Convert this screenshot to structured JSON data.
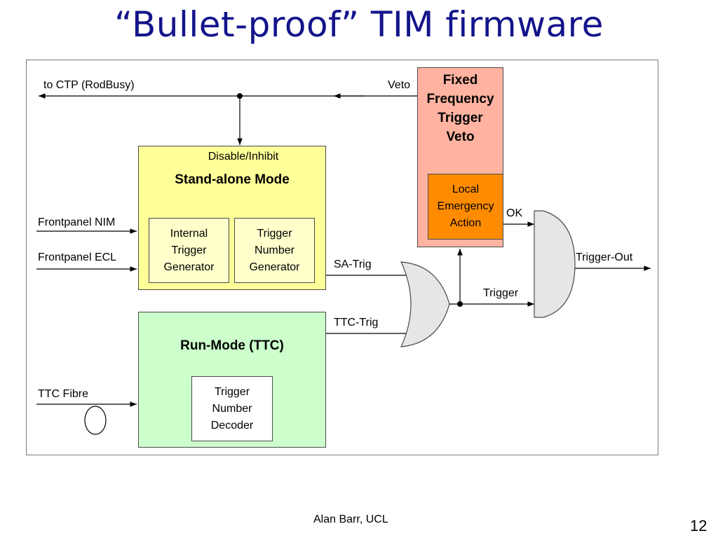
{
  "slide": {
    "title": "“Bullet-proof” TIM firmware",
    "footer": "Alan Barr, UCL",
    "page_number": "12"
  },
  "diagram": {
    "to_ctp_label": "to CTP (RodBusy)",
    "veto_label": "Veto",
    "veto_block_title": "Fixed\nFrequency\nTrigger\nVeto",
    "emergency_label": "Local\nEmergency\nAction",
    "ok_label": "OK",
    "disable_label": "Disable/Inhibit",
    "standalone_title": "Stand-alone Mode",
    "internal_generator": "Internal\nTrigger\nGenerator",
    "number_generator": "Trigger\nNumber\nGenerator",
    "frontpanel_nim": "Frontpanel NIM",
    "frontpanel_ecl": "Frontpanel ECL",
    "sa_trig": "SA-Trig",
    "ttc_trig": "TTC-Trig",
    "trigger_label": "Trigger",
    "trigger_out": "Trigger-Out",
    "runmode_title": "Run-Mode (TTC)",
    "decoder": "Trigger\nNumber\nDecoder",
    "ttc_fibre": "TTC Fibre",
    "colors": {
      "title": "#14148c",
      "standalone_fill": "#ffff99",
      "standalone_inner_fill": "#ffffcc",
      "runmode_fill": "#ccffcc",
      "veto_fill": "#ffb3a0",
      "emergency_fill": "#ff8c00",
      "gate_fill": "#e6e6e6"
    }
  }
}
